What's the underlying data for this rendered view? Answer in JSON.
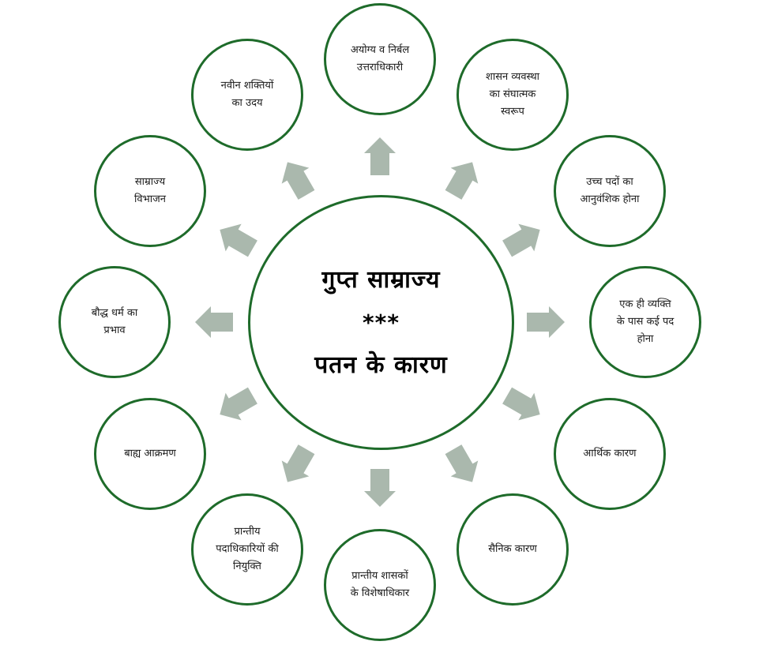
{
  "diagram": {
    "center": {
      "title": "गुप्त साम्राज्य",
      "separator": "***",
      "subtitle": "पतन के कारण"
    },
    "colors": {
      "circle_border": "#1e6b2a",
      "arrow_fill": "#aab8ad",
      "text": "#1a1a1a",
      "background": "#ffffff"
    },
    "arrow_icon": "block-arrow-outward",
    "causes": [
      {
        "label": "अयोग्य व निर्बल\nउत्तराधिकारी"
      },
      {
        "label": "शासन व्यवस्था\nका संघात्मक\nस्वरूप"
      },
      {
        "label": "उच्च पदों का\nआनुवंशिक होना"
      },
      {
        "label": "एक ही व्यक्ति\nके पास कई पद\nहोना"
      },
      {
        "label": "आर्थिक कारण"
      },
      {
        "label": "सैनिक कारण"
      },
      {
        "label": "प्रान्तीय शासकों\nके विशेषाधिकार"
      },
      {
        "label": "प्रान्तीय\nपदाधिकारियों की\nनियुक्ति"
      },
      {
        "label": "बाह्य आक्रमण"
      },
      {
        "label": "बौद्ध धर्म का\nप्रभाव"
      },
      {
        "label": "साम्राज्य\nविभाजन"
      },
      {
        "label": "नवीन शक्तियों\nका उदय"
      }
    ]
  }
}
